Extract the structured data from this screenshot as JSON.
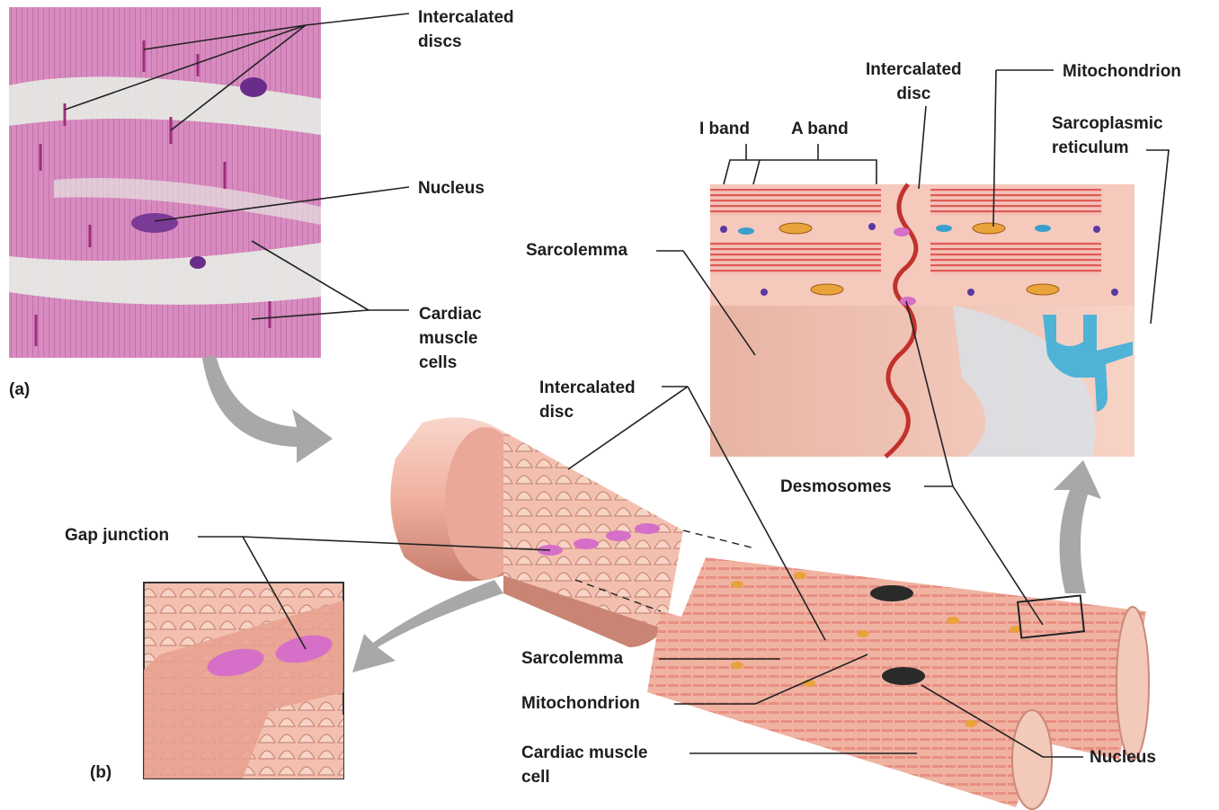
{
  "panel_a": {
    "tag": "(a)",
    "labels": {
      "intercalated_discs": "Intercalated\ndiscs",
      "nucleus": "Nucleus",
      "cardiac_muscle_cells": "Cardiac\nmuscle\ncells"
    }
  },
  "panel_b": {
    "tag": "(b)",
    "labels": {
      "gap_junction": "Gap junction",
      "intercalated_disc": "Intercalated\ndisc",
      "sarcolemma": "Sarcolemma",
      "mitochondrion": "Mitochondrion",
      "cardiac_muscle_cell": "Cardiac muscle\ncell",
      "nucleus": "Nucleus",
      "desmosomes": "Desmosomes"
    }
  },
  "detail_block": {
    "labels": {
      "i_band": "I band",
      "a_band": "A band",
      "intercalated_disc": "Intercalated\ndisc",
      "mitochondrion": "Mitochondrion",
      "sarcoplasmic_reticulum": "Sarcoplasmic\nreticulum",
      "sarcolemma": "Sarcolemma"
    }
  },
  "colors": {
    "tissue": "#f2b7a9",
    "tissue_dark": "#d9897a",
    "histo_bg": "#d98ac0",
    "band_red": "#e0504e",
    "sr_blue": "#4fb3d8",
    "arrow_gray": "#a8a8a8",
    "gap_junction": "#d66fc8"
  }
}
